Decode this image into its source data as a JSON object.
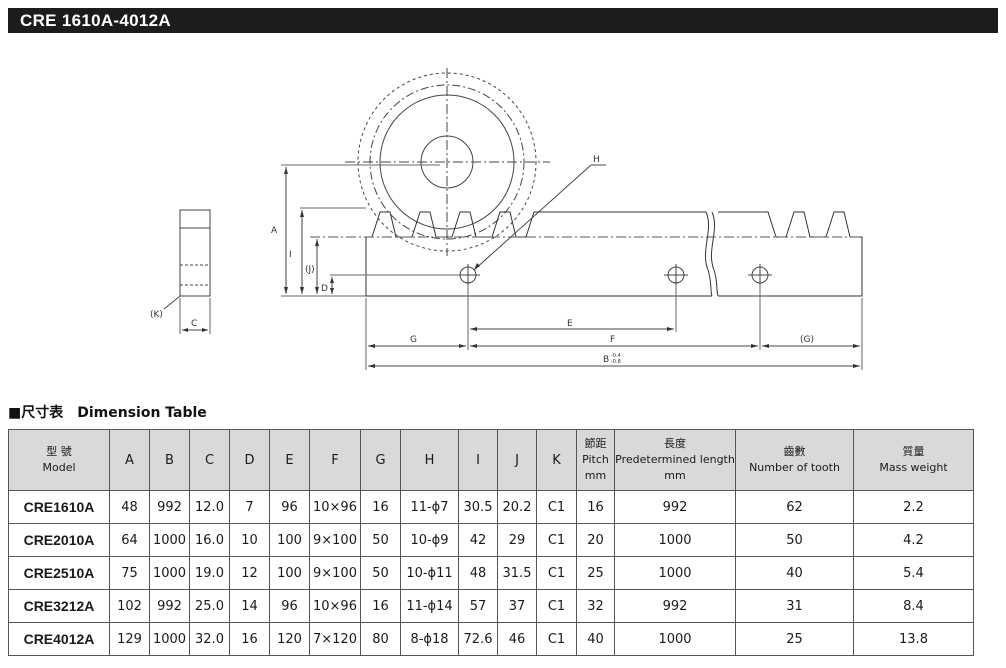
{
  "title": "CRE 1610A-4012A",
  "drawing": {
    "labels": {
      "A": "A",
      "I": "I",
      "J": "(J)",
      "D": "D",
      "H": "H",
      "K": "(K)",
      "C": "C",
      "E": "E",
      "F": "F",
      "G": "G",
      "G2": "(G)",
      "B": "B",
      "B_tol_upper": "-0.4",
      "B_tol_lower": "-0.8"
    }
  },
  "section": {
    "heading_jp": "■尺寸表",
    "heading_en": "Dimension Table"
  },
  "table": {
    "headers": [
      {
        "jp": "型 號",
        "en": "Model"
      },
      {
        "jp": "",
        "en": "A"
      },
      {
        "jp": "",
        "en": "B"
      },
      {
        "jp": "",
        "en": "C"
      },
      {
        "jp": "",
        "en": "D"
      },
      {
        "jp": "",
        "en": "E"
      },
      {
        "jp": "",
        "en": "F"
      },
      {
        "jp": "",
        "en": "G"
      },
      {
        "jp": "",
        "en": "H"
      },
      {
        "jp": "",
        "en": "I"
      },
      {
        "jp": "",
        "en": "J"
      },
      {
        "jp": "",
        "en": "K"
      },
      {
        "jp": "節距",
        "en": "Pitch",
        "unit": "mm"
      },
      {
        "jp": "長度",
        "en": "Predetermined length",
        "unit": "mm"
      },
      {
        "jp": "齒數",
        "en": "Number of tooth"
      },
      {
        "jp": "質量",
        "en": "Mass weight"
      }
    ],
    "rows": [
      [
        "CRE1610A",
        "48",
        "992",
        "12.0",
        "7",
        "96",
        "10×96",
        "16",
        "11-ϕ7",
        "30.5",
        "20.2",
        "C1",
        "16",
        "992",
        "62",
        "2.2"
      ],
      [
        "CRE2010A",
        "64",
        "1000",
        "16.0",
        "10",
        "100",
        "9×100",
        "50",
        "10-ϕ9",
        "42",
        "29",
        "C1",
        "20",
        "1000",
        "50",
        "4.2"
      ],
      [
        "CRE2510A",
        "75",
        "1000",
        "19.0",
        "12",
        "100",
        "9×100",
        "50",
        "10-ϕ11",
        "48",
        "31.5",
        "C1",
        "25",
        "1000",
        "40",
        "5.4"
      ],
      [
        "CRE3212A",
        "102",
        "992",
        "25.0",
        "14",
        "96",
        "10×96",
        "16",
        "11-ϕ14",
        "57",
        "37",
        "C1",
        "32",
        "992",
        "31",
        "8.4"
      ],
      [
        "CRE4012A",
        "129",
        "1000",
        "32.0",
        "16",
        "120",
        "7×120",
        "80",
        "8-ϕ18",
        "72.6",
        "46",
        "C1",
        "40",
        "1000",
        "25",
        "13.8"
      ]
    ]
  }
}
